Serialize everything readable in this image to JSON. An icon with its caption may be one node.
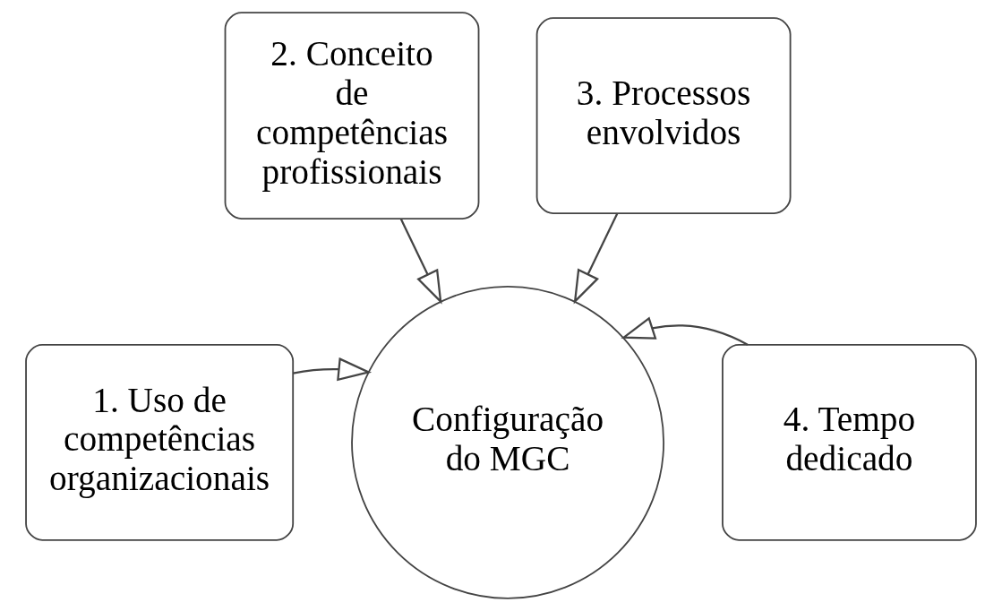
{
  "diagram": {
    "nodes": [
      {
        "text": [
          "2. Conceito de competências profissionais"
        ]
      },
      {
        "text": [
          "3. Processos envolvidos"
        ]
      },
      {
        "text": [
          "1. Uso de competências organizacionais"
        ]
      },
      {
        "text": [
          "4. Tempo dedicado"
        ]
      },
      {
        "text": [
          "Configuração do MGC"
        ]
      }
    ],
    "edges": [
      {
        "from": 2,
        "to": 4,
        "arrow": "to"
      },
      {
        "from": 0,
        "to": 4,
        "arrow": "to"
      },
      {
        "from": 1,
        "to": 4,
        "arrow": "to"
      },
      {
        "from": 3,
        "to": 4,
        "arrow": "to"
      }
    ]
  }
}
